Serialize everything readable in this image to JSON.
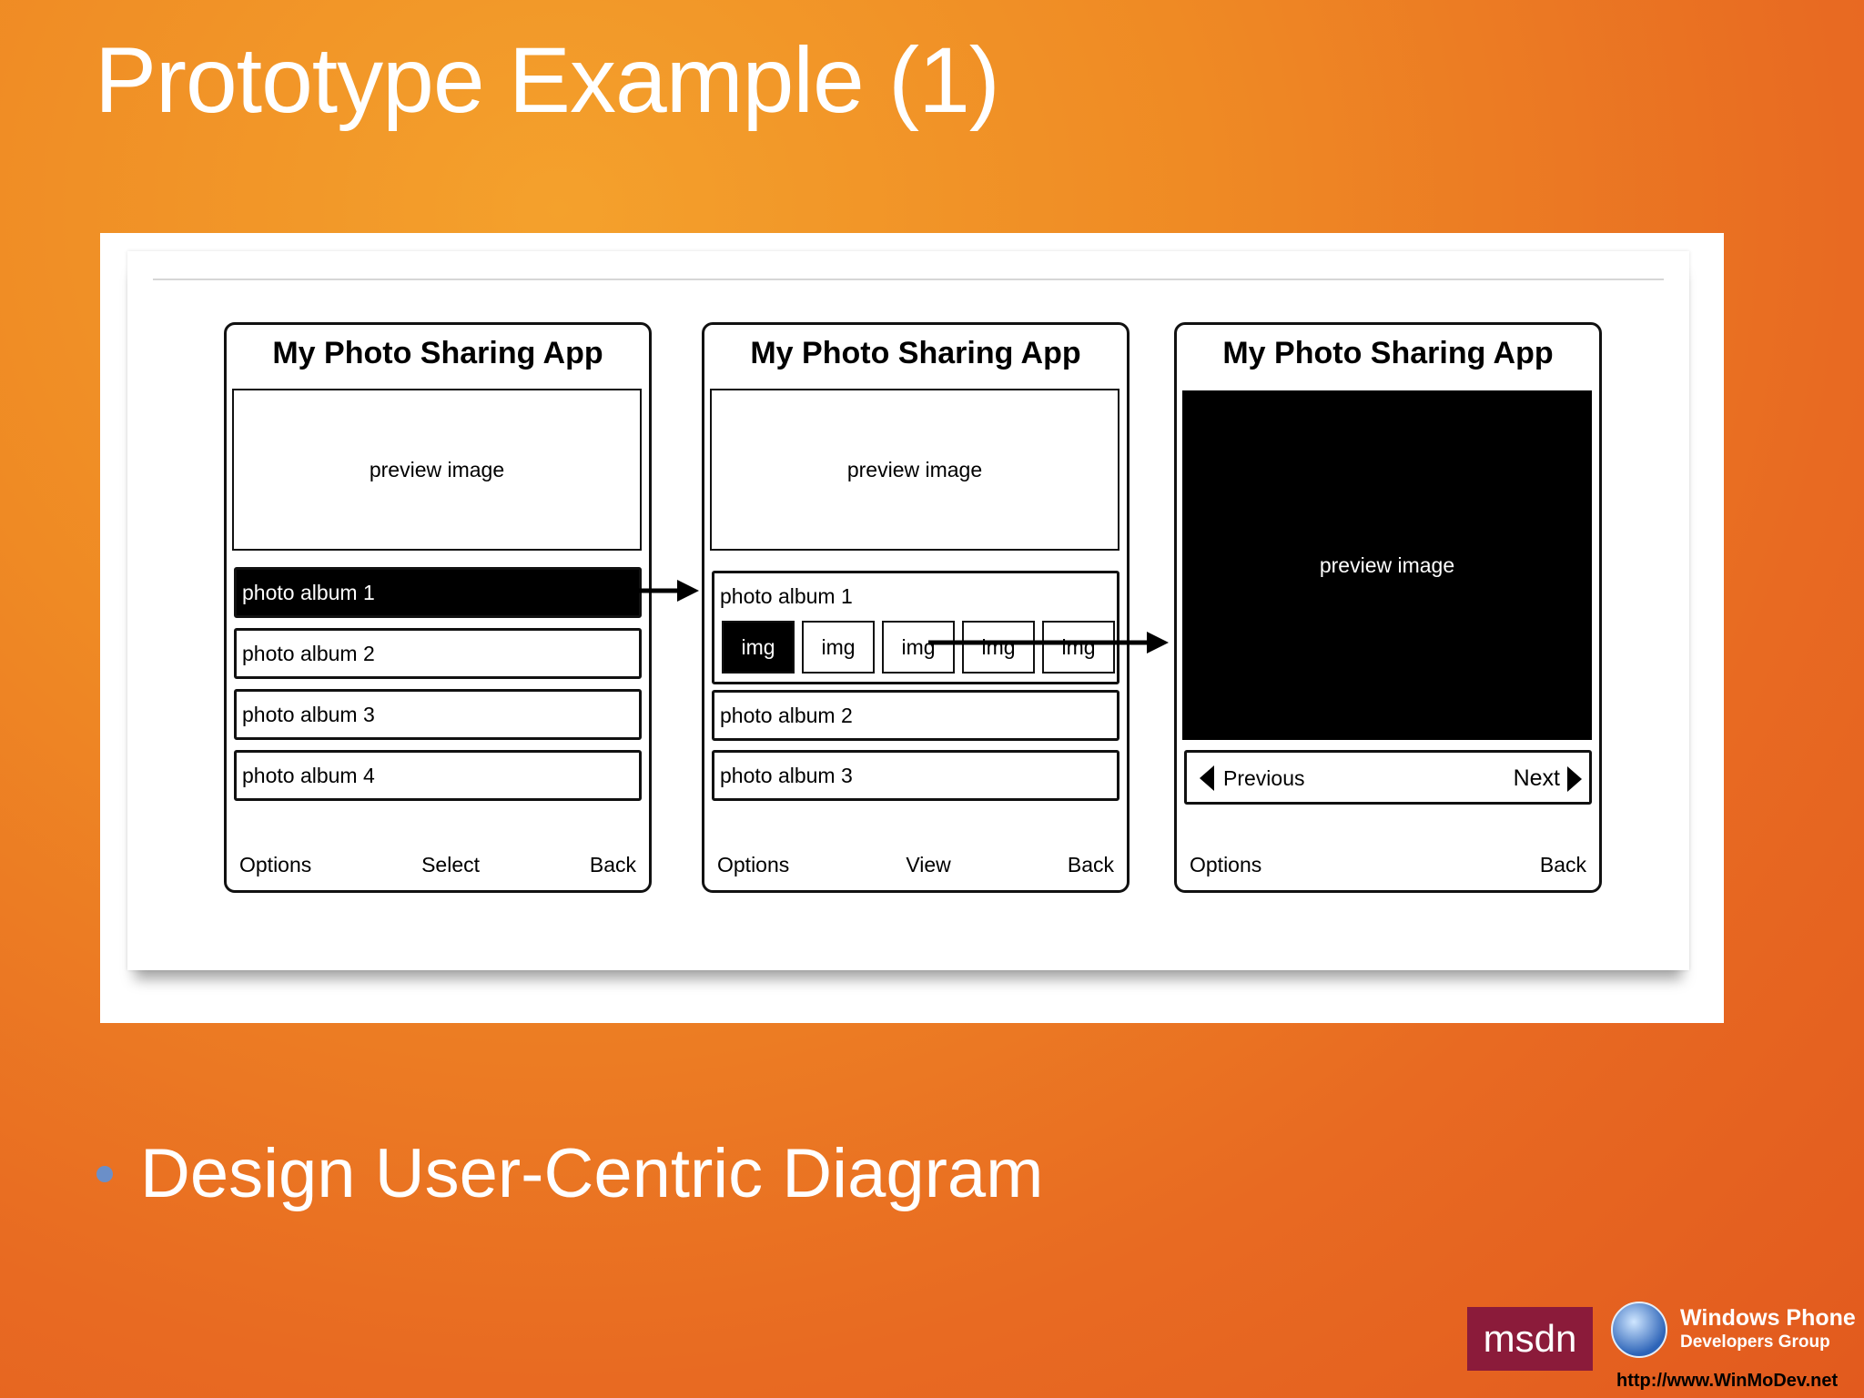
{
  "slide": {
    "title": "Prototype Example (1)",
    "bullet": "Design User-Centric Diagram"
  },
  "phones": [
    {
      "title": "My Photo Sharing App",
      "preview": "preview image",
      "albums": [
        "photo album 1",
        "photo album 2",
        "photo album 3",
        "photo album 4"
      ],
      "selected_album": "photo album 1",
      "softkeys": [
        "Options",
        "Select",
        "Back"
      ]
    },
    {
      "title": "My Photo Sharing App",
      "preview": "preview image",
      "expanded_album": "photo album 1",
      "thumbnails": [
        "img",
        "img",
        "img",
        "img",
        "img"
      ],
      "albums": [
        "photo album 2",
        "photo album 3"
      ],
      "softkeys": [
        "Options",
        "View",
        "Back"
      ]
    },
    {
      "title": "My Photo Sharing App",
      "preview": "preview image",
      "prev_label": "Previous",
      "next_label": "Next",
      "softkeys": [
        "Options",
        "Back"
      ]
    }
  ],
  "logos": {
    "msdn": "msdn",
    "wp_line1": "Windows Phone",
    "wp_line2": "Developers Group",
    "url": "http://www.WinMoDev.net"
  },
  "icons": [
    "arrow-right-icon",
    "triangle-left-icon",
    "triangle-right-icon",
    "windows-logo-icon"
  ]
}
